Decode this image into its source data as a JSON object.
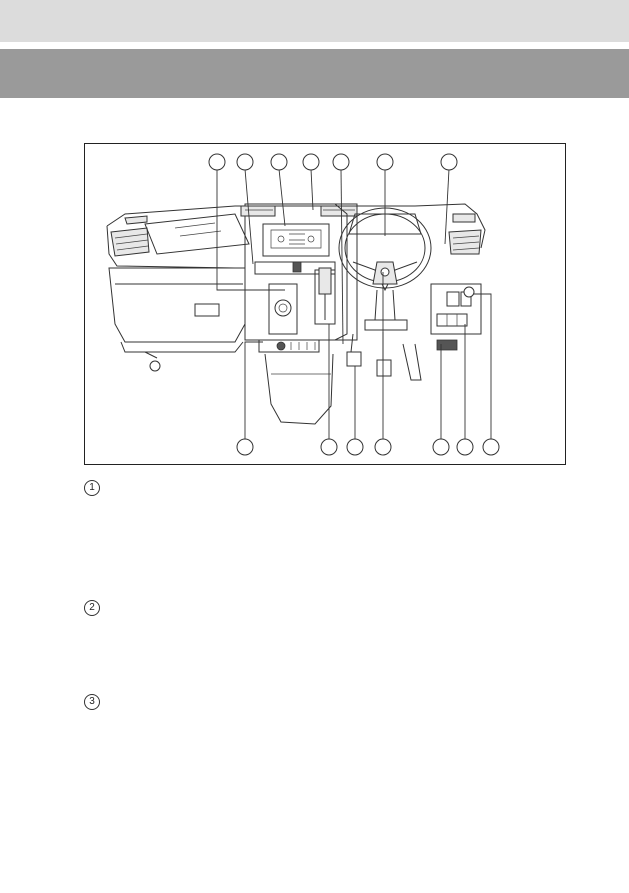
{
  "legend_markers": [
    {
      "label": "1"
    },
    {
      "label": "2"
    },
    {
      "label": "3"
    }
  ]
}
